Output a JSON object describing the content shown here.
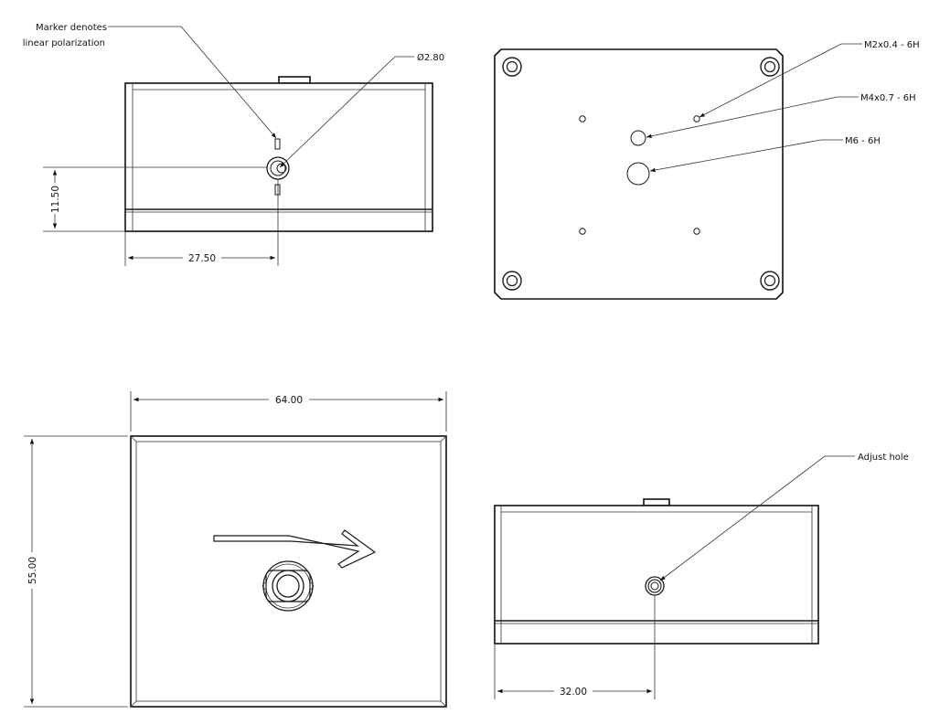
{
  "annotations": {
    "marker_line1": "Marker denotes",
    "marker_line2": "linear polarization",
    "diameter": "Ø2.80",
    "m2": "M2x0.4 - 6H",
    "m4": "M4x0.7 - 6H",
    "m6": "M6 - 6H",
    "adjust": "Adjust hole"
  },
  "dimensions": {
    "height_offset": "11.50",
    "width_offset": "27.50",
    "overall_width": "64.00",
    "overall_height": "55.00",
    "side_offset": "32.00"
  },
  "colors": {
    "line": "#1a1a1a",
    "background": "#ffffff"
  }
}
